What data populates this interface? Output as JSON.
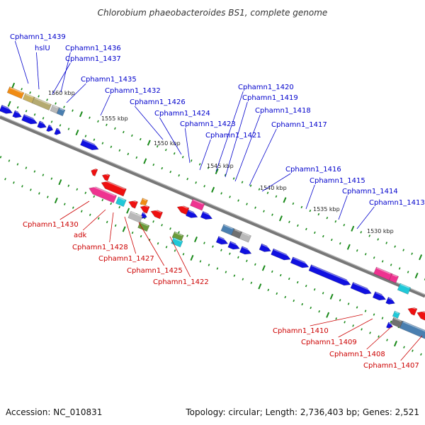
{
  "title": "Chlorobium phaeobacteroides BS1, complete genome",
  "footer": {
    "accession": "Accession: NC_010831",
    "summary": "Topology: circular; Length: 2,736,403 bp; Genes: 2,521"
  },
  "colors": {
    "forward_label": "#0000cc",
    "reverse_label": "#cc0000",
    "backbone": "#777777",
    "tick": "#1a8a1a"
  },
  "scale_labels": [
    "1560 kbp",
    "1555 kbp",
    "1550 kbp",
    "1545 kbp",
    "1540 kbp",
    "1535 kbp",
    "1530 kbp"
  ],
  "forward_genes": [
    "Cphamn1_1439",
    "hslU",
    "Cphamn1_1436",
    "Cphamn1_1437",
    "Cphamn1_1435",
    "Cphamn1_1432",
    "Cphamn1_1426",
    "Cphamn1_1424",
    "Cphamn1_1423",
    "Cphamn1_1420",
    "Cphamn1_1419",
    "Cphamn1_1418",
    "Cphamn1_1421",
    "Cphamn1_1417",
    "Cphamn1_1416",
    "Cphamn1_1415",
    "Cphamn1_1414",
    "Cphamn1_1413"
  ],
  "reverse_genes": [
    "Cphamn1_1430",
    "adk",
    "Cphamn1_1428",
    "Cphamn1_1427",
    "Cphamn1_1425",
    "Cphamn1_1422",
    "Cphamn1_1410",
    "Cphamn1_1409",
    "Cphamn1_1408",
    "Cphamn1_1407"
  ]
}
